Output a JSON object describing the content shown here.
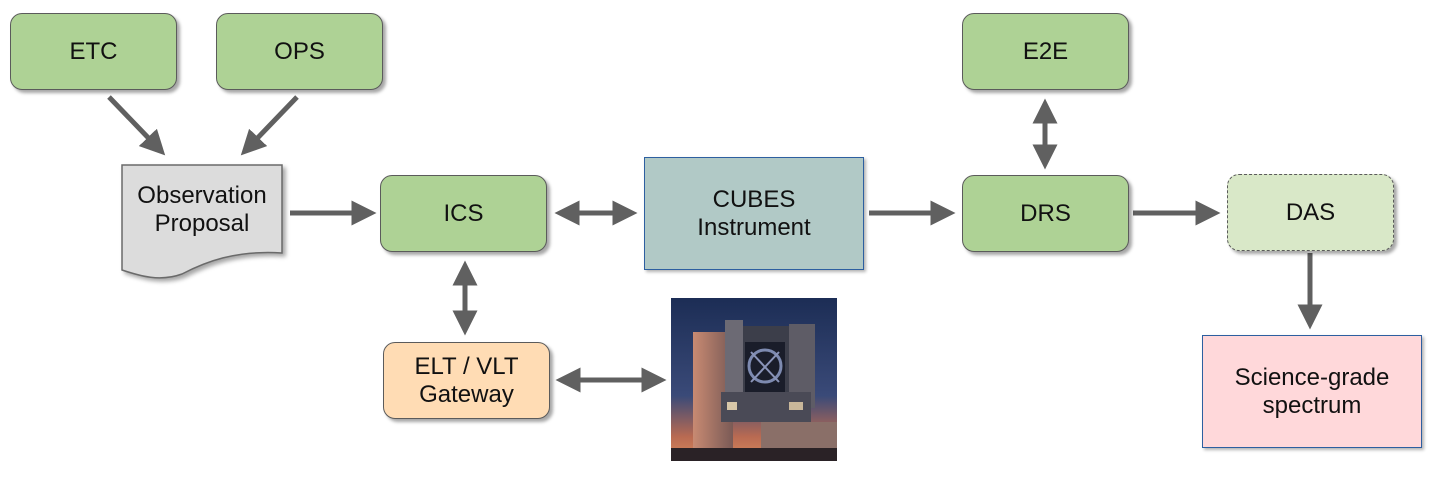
{
  "nodes": {
    "etc": "ETC",
    "ops": "OPS",
    "observation_proposal": "Observation\nProposal",
    "ics": "ICS",
    "cubes_instrument": "CUBES\nInstrument",
    "drs": "DRS",
    "e2e": "E2E",
    "das": "DAS",
    "elt_vlt_gateway": "ELT / VLT\nGateway",
    "science_spectrum": "Science-grade\nspectrum"
  },
  "photo": {
    "subject": "telescope-observatory-building-photo"
  },
  "colors": {
    "green": "#aed295",
    "light_green": "#d9e8c8",
    "orange": "#ffdcb4",
    "teal": "#b1c9c6",
    "pink": "#ffd8da",
    "document_gray": "#dcdcdc",
    "arrow": "#606060"
  }
}
